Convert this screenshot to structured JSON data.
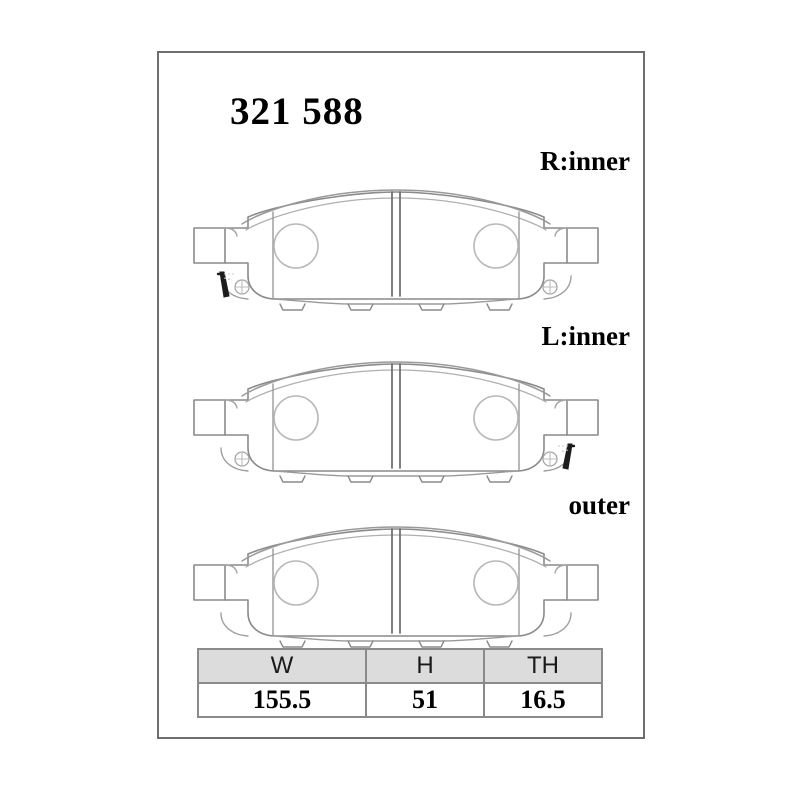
{
  "diagram": {
    "part_number": "321 588",
    "frame": {
      "border_color": "#6e6e6e"
    },
    "pads": [
      {
        "label": "R:inner",
        "wear_indicator_side": "left",
        "has_detail_circles": true
      },
      {
        "label": "L:inner",
        "wear_indicator_side": "right",
        "has_detail_circles": true
      },
      {
        "label": "outer",
        "wear_indicator_side": "none",
        "has_detail_circles": false
      }
    ],
    "line_colors": {
      "outline": "#8a8a8a",
      "outline_dark": "#555555",
      "hole": "#b8b8b8",
      "wear_mark": "#1c1c1c"
    }
  },
  "dimensions_table": {
    "headers": [
      "W",
      "H",
      "TH"
    ],
    "values": [
      "155.5",
      "51",
      "16.5"
    ],
    "header_bg": "#dcdcdc",
    "border_color": "#8a8a8a"
  }
}
